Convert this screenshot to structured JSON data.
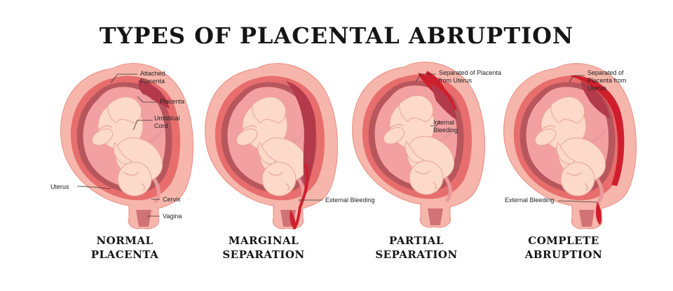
{
  "title": "TYPES OF PLACENTAL ABRUPTION",
  "colors": {
    "outer": "#f7b6ab",
    "outer_edge": "#e88b80",
    "wall": "#e76e6c",
    "cavity": "#b8565e",
    "fluid": "#f3a0a2",
    "skin": "#fcd9c9",
    "skin_line": "#e7a596",
    "placenta": "#b23a4b",
    "cord": "#e99a9c",
    "blood": "#cf1f2c"
  },
  "panels": [
    {
      "key": "normal",
      "name_line1": "NORMAL",
      "name_line2": "PLACENTA",
      "labels": {
        "attached_1": "Attached",
        "attached_2": "Placenta",
        "placenta": "Placenta",
        "cord_1": "Umbilical",
        "cord_2": "Cord",
        "uterus": "Uterus",
        "cervix": "Cervix",
        "vagina": "Vagina"
      }
    },
    {
      "key": "marginal",
      "name_line1": "MARGINAL",
      "name_line2": "SEPARATION",
      "labels": {
        "external": "External Bleeding"
      }
    },
    {
      "key": "partial",
      "name_line1": "PARTIAL",
      "name_line2": "SEPARATION",
      "labels": {
        "separated_1": "Separated of Placenta",
        "separated_2": "from Uterus",
        "internal_1": "Internal",
        "internal_2": "Bleeding"
      }
    },
    {
      "key": "complete",
      "name_line1": "COMPLETE",
      "name_line2": "ABRUPTION",
      "labels": {
        "separated_1": "Separated of",
        "separated_2": "Placenta from",
        "separated_3": "Uterus",
        "external": "External Bleeding"
      }
    }
  ]
}
